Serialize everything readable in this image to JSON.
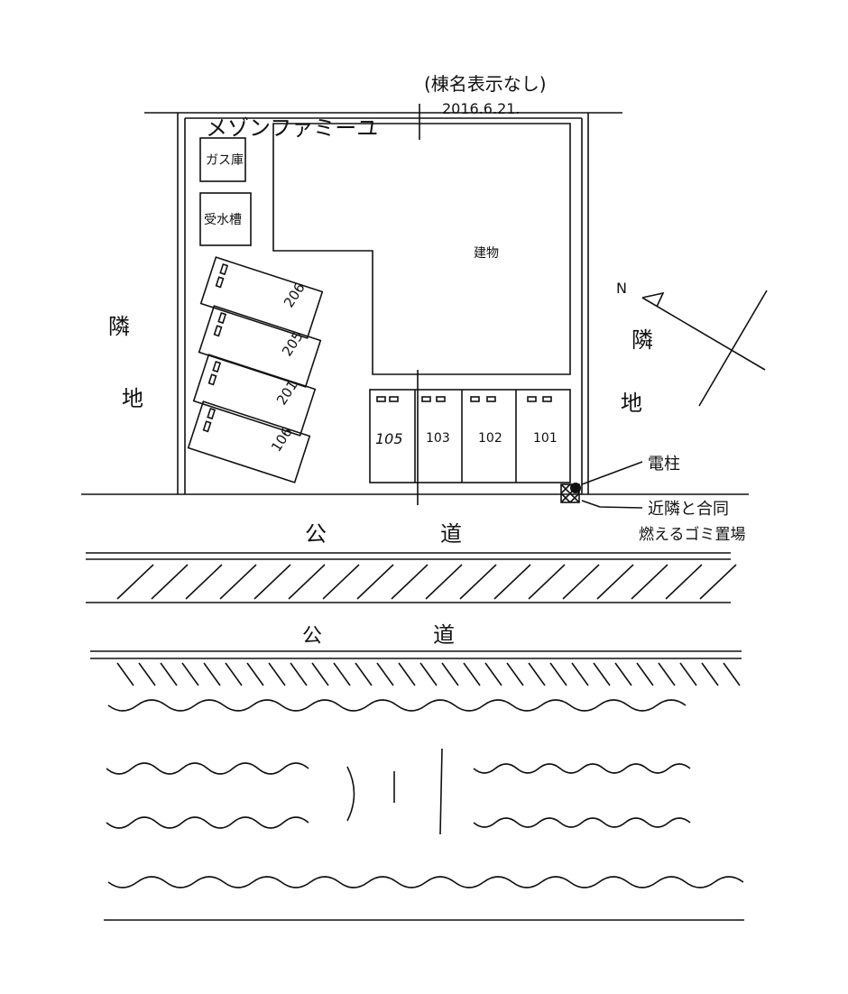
{
  "title": "メゾンファミーユ",
  "note": "(棟名表示なし)",
  "date": "2016.6.21.",
  "facilities": {
    "gas_storage": "ガス庫",
    "water_tank": "受水槽",
    "building": "建物"
  },
  "neighbor_left": [
    "隣",
    "地"
  ],
  "neighbor_right": [
    "隣",
    "地"
  ],
  "parking": [
    "206",
    "205",
    "201",
    "106"
  ],
  "units": [
    "105",
    "103",
    "102",
    "101"
  ],
  "utility_pole": "電柱",
  "garbage": [
    "近隣と合同",
    "燃えるゴミ置場"
  ],
  "road_labels": [
    "公",
    "道",
    "公",
    "道"
  ],
  "north": "N"
}
